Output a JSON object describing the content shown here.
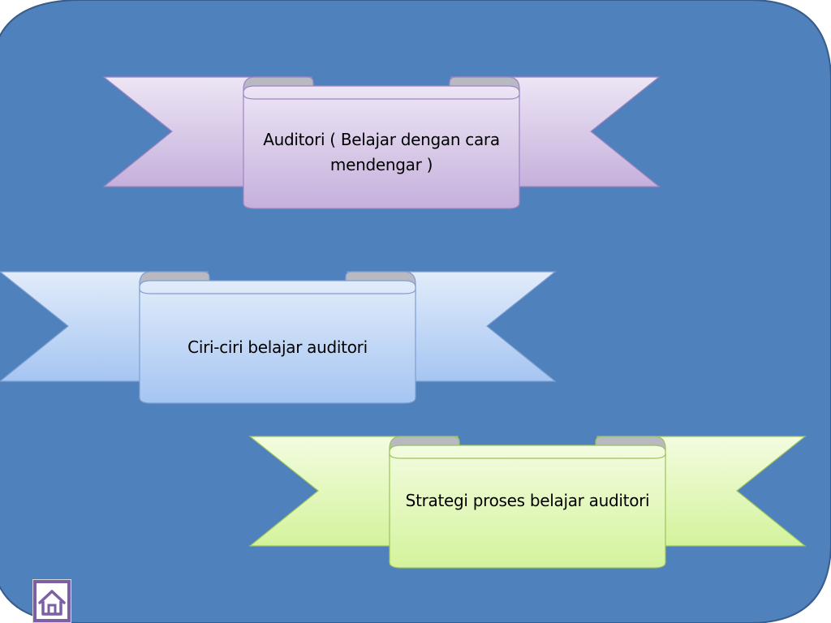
{
  "slide": {
    "background_color": "#4f81bd",
    "frame_color": "#385d8a"
  },
  "ribbons": [
    {
      "id": "auditori",
      "label": "Auditori ( Belajar dengan cara mendengar )",
      "fill_light": "#ede6f5",
      "fill_dark": "#c5b0dc",
      "stroke": "#9f86c0"
    },
    {
      "id": "ciri-ciri",
      "label": "Ciri-ciri belajar auditori",
      "fill_light": "#e2ecfa",
      "fill_dark": "#a5c5f2",
      "stroke": "#7e9fcf"
    },
    {
      "id": "strategi",
      "label": "Strategi proses belajar auditori",
      "fill_light": "#f3fce0",
      "fill_dark": "#d4f39c",
      "stroke": "#9cc35b"
    }
  ],
  "home_button": {
    "icon": "home-icon",
    "color": "#7d5fa5"
  }
}
